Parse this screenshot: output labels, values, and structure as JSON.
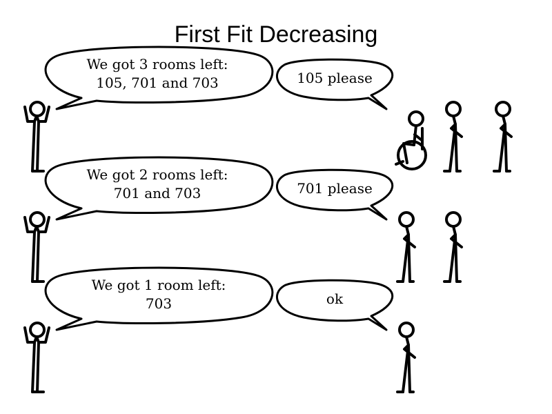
{
  "title": "First Fit Decreasing",
  "rows": [
    {
      "clerk_lines": [
        "We got 3 rooms left:",
        "105, 701 and 703"
      ],
      "guest_reply": "105 please",
      "waiting_guests": [
        "wheelchair-user",
        "standing",
        "standing"
      ]
    },
    {
      "clerk_lines": [
        "We got 2 rooms left:",
        "701 and 703"
      ],
      "guest_reply": "701 please",
      "waiting_guests": [
        "standing",
        "standing"
      ]
    },
    {
      "clerk_lines": [
        "We got 1 room left:",
        "703"
      ],
      "guest_reply": "ok",
      "waiting_guests": [
        "standing"
      ]
    }
  ]
}
